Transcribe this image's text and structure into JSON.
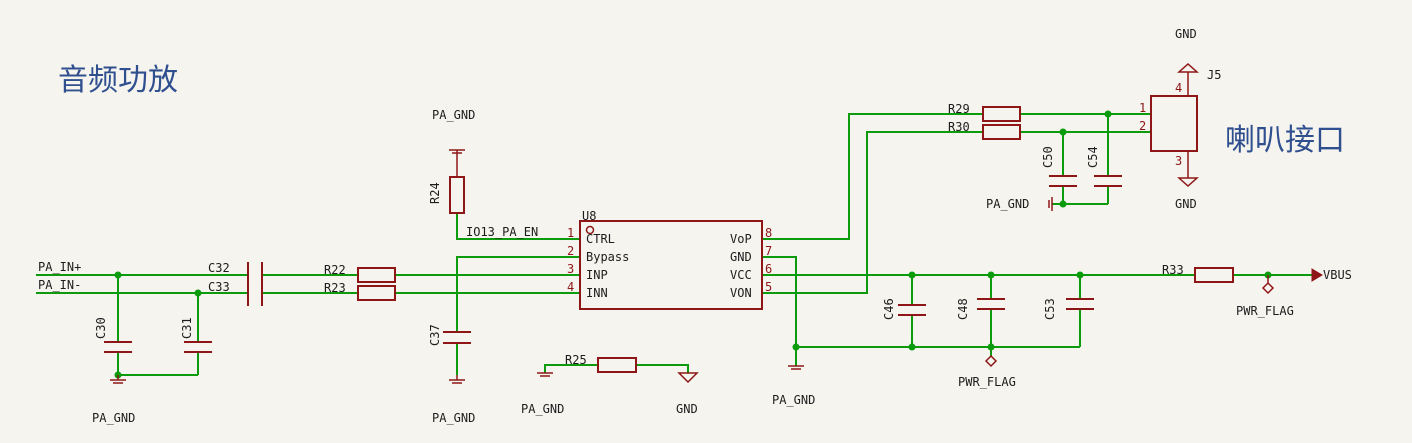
{
  "titles": {
    "audio_amp": "音频功放",
    "speaker_port": "喇叭接口"
  },
  "nets": {
    "pa_in_p": "PA_IN+",
    "pa_in_n": "PA_IN-",
    "io13": "IO13_PA_EN",
    "vbus": "VBUS",
    "pa_gnd": "PA_GND",
    "gnd": "GND",
    "pwr_flag": "PWR_FLAG"
  },
  "chip": {
    "ref": "U8",
    "pins": [
      {
        "num": "1",
        "name": "CTRL"
      },
      {
        "num": "2",
        "name": "Bypass"
      },
      {
        "num": "3",
        "name": "INP"
      },
      {
        "num": "4",
        "name": "INN"
      },
      {
        "num": "8",
        "name": "VoP"
      },
      {
        "num": "7",
        "name": "GND"
      },
      {
        "num": "6",
        "name": "VCC"
      },
      {
        "num": "5",
        "name": "VON"
      }
    ]
  },
  "connector": {
    "ref": "J5",
    "pins": [
      "1",
      "2",
      "3",
      "4"
    ]
  },
  "components": {
    "r22": "R22",
    "r23": "R23",
    "r24": "R24",
    "r25": "R25",
    "r29": "R29",
    "r30": "R30",
    "r33": "R33",
    "c30": "C30",
    "c31": "C31",
    "c32": "C32",
    "c33": "C33",
    "c37": "C37",
    "c46": "C46",
    "c48": "C48",
    "c50": "C50",
    "c53": "C53",
    "c54": "C54"
  },
  "colors": {
    "wire": "#0c9b0c",
    "component": "#8f1616",
    "title": "#2f4f8f",
    "background": "#f5f4ef"
  }
}
